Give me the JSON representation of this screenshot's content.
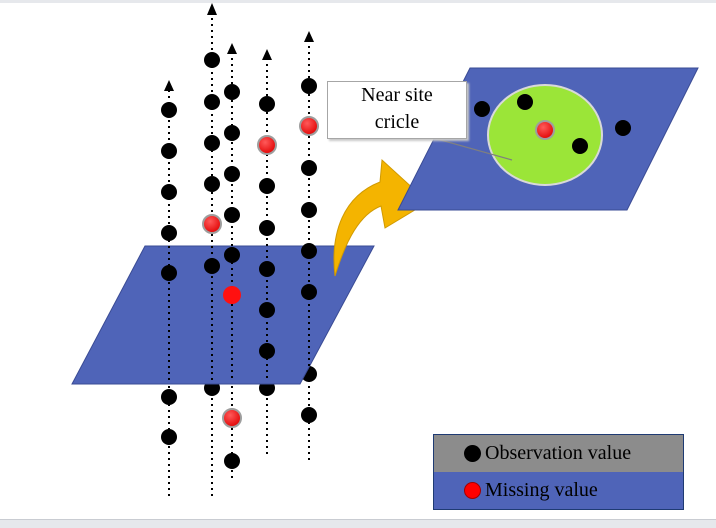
{
  "callout": {
    "line1": "Near site",
    "line2": "cricle"
  },
  "legend": {
    "observation": "Observation value",
    "missing": "Missing value"
  },
  "colors": {
    "plane": "#4f64b8",
    "circle": "#9be538",
    "arrow": "#f4b400",
    "observation_dot": "#000000",
    "missing_dot": "#ff0000",
    "legend_observation_bg": "#8c8c8c",
    "legend_missing_bg": "#4f64b8"
  },
  "icons": [
    "up-arrow-icon",
    "curved-arrow-icon"
  ]
}
